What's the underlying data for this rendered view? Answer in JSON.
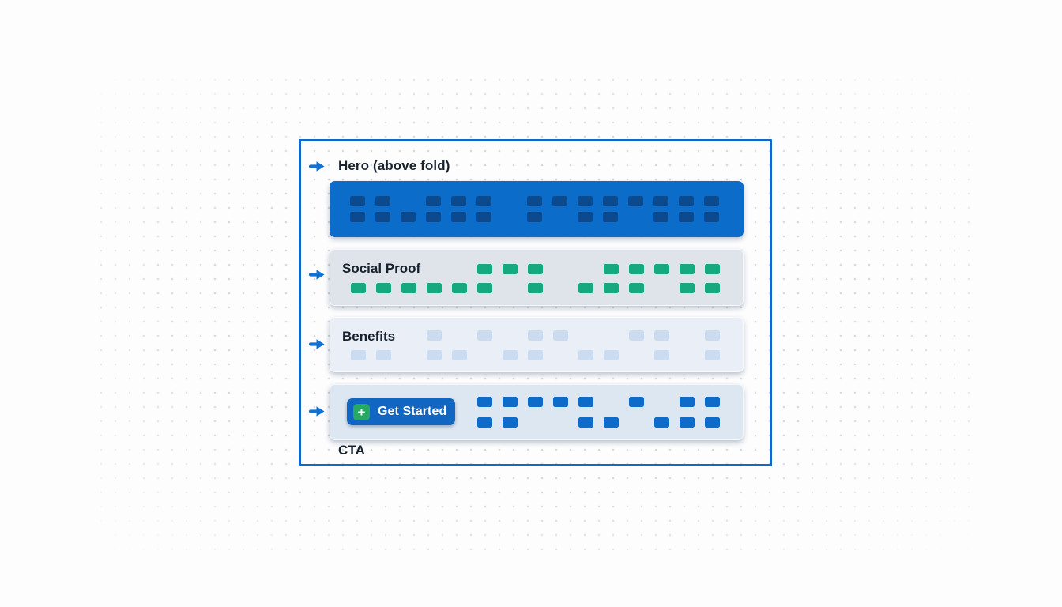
{
  "page": {
    "background": "#fdfdfe",
    "dot_color": "#d5dade"
  },
  "frame": {
    "border_color": "#1268c3"
  },
  "annotation": {
    "arrow_icon": "arrow-right-icon",
    "arrow_color": "#1371d3"
  },
  "sections": [
    {
      "id": "hero",
      "label": "Hero (above fold)",
      "label_placement": "above-card",
      "card_color": "#0b6cca",
      "block_color": "#0b4a8e",
      "rows": [
        "110111011111111",
        "111111010110111"
      ]
    },
    {
      "id": "social-proof",
      "label": "Social Proof",
      "label_placement": "inside-card",
      "card_color": "#dee4ea",
      "block_color": "#16a87e",
      "rows": [
        "000001110011111",
        "111111010111011"
      ]
    },
    {
      "id": "benefits",
      "label": "Benefits",
      "label_placement": "inside-card",
      "card_color": "#e9eef7",
      "block_color": "#cbdcf1",
      "rows": [
        "000101011001101",
        "110110110110101"
      ]
    },
    {
      "id": "cta",
      "label": "CTA",
      "label_placement": "below-card",
      "card_color": "#dde7f1",
      "block_color": "#0f6ac8",
      "rows": [
        "000001111101011",
        "000001100110111"
      ],
      "button": {
        "label": "Get Started",
        "color": "#1166c2",
        "text_color": "#ffffff",
        "icon": "plus-icon",
        "icon_color": "#27a863",
        "icon_glyph": "+"
      }
    }
  ]
}
